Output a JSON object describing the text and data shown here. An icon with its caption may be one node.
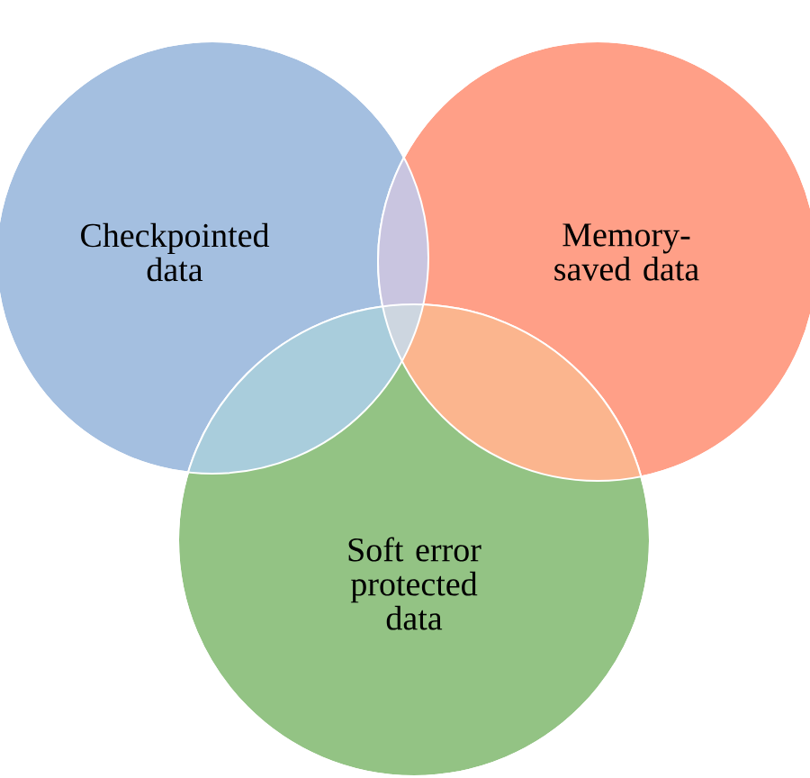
{
  "diagram": {
    "nodes": [
      {
        "text": [
          "Checkpointed data"
        ]
      },
      {
        "text": [
          "Memory-saved data"
        ]
      },
      {
        "text": [
          "Soft error protected data"
        ]
      }
    ]
  }
}
